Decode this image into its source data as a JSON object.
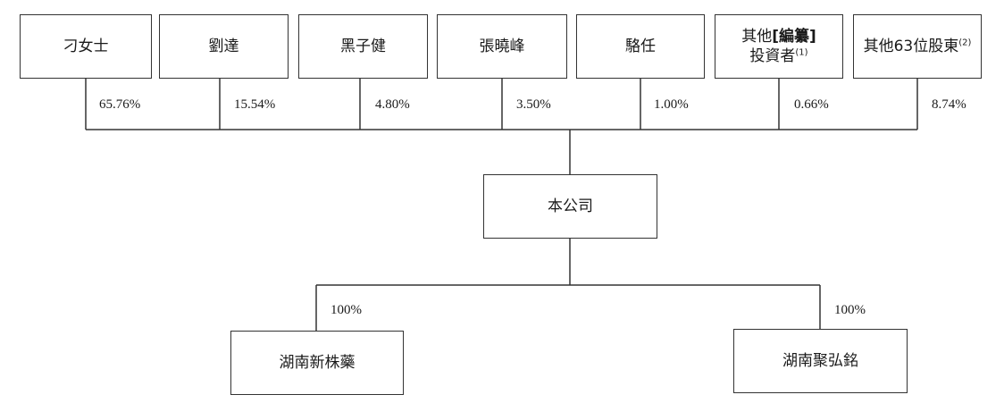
{
  "shareholders": [
    {
      "name": "刁女士",
      "pct": "65.76%"
    },
    {
      "name": "劉達",
      "pct": "15.54%"
    },
    {
      "name": "黑子健",
      "pct": "4.80%"
    },
    {
      "name": "張曉峰",
      "pct": "3.50%"
    },
    {
      "name": "駱任",
      "pct": "1.00%"
    },
    {
      "name_line1_a": "其他",
      "name_line1_b": "[編纂]",
      "name_line2": "投資者",
      "note": "(1)",
      "pct": "0.66%"
    },
    {
      "name": "其他63位股東",
      "note": "(2)",
      "pct": "8.74%"
    }
  ],
  "company": {
    "name": "本公司"
  },
  "subsidiaries": [
    {
      "name": "湖南新株藥",
      "pct": "100%"
    },
    {
      "name": "湖南聚弘銘",
      "pct": "100%"
    }
  ]
}
